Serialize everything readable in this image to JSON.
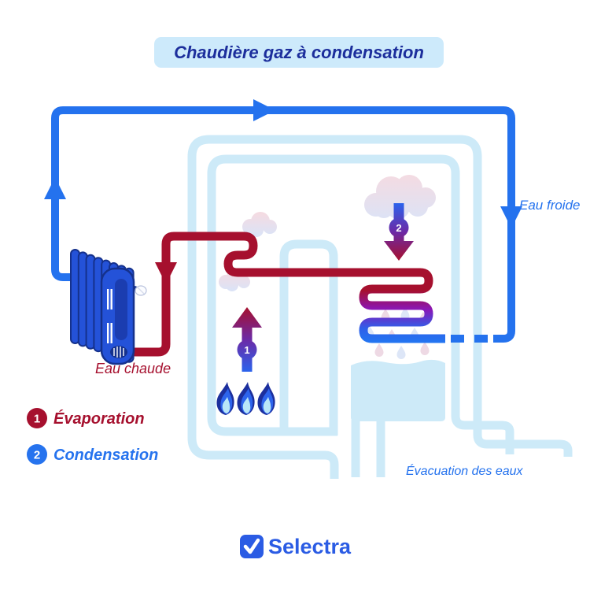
{
  "title": {
    "text": "Chaudière gaz à condensation",
    "bg": "#cdeafb",
    "color": "#1c2e9c"
  },
  "colors": {
    "cold": "#2472ee",
    "hot": "#a6102e",
    "casing": "#cdeaf8",
    "tank_water": "#cdeaf8"
  },
  "labels": {
    "cold_water": "Eau froide",
    "hot_water": "Eau chaude",
    "drain": "Évacuation des eaux"
  },
  "steps": [
    {
      "num": "1",
      "label": "Évaporation",
      "color": "#a6102e"
    },
    {
      "num": "2",
      "label": "Condensation",
      "color": "#2673ee"
    }
  ],
  "brand": {
    "name": "Selectra",
    "color": "#2b5ce4"
  }
}
